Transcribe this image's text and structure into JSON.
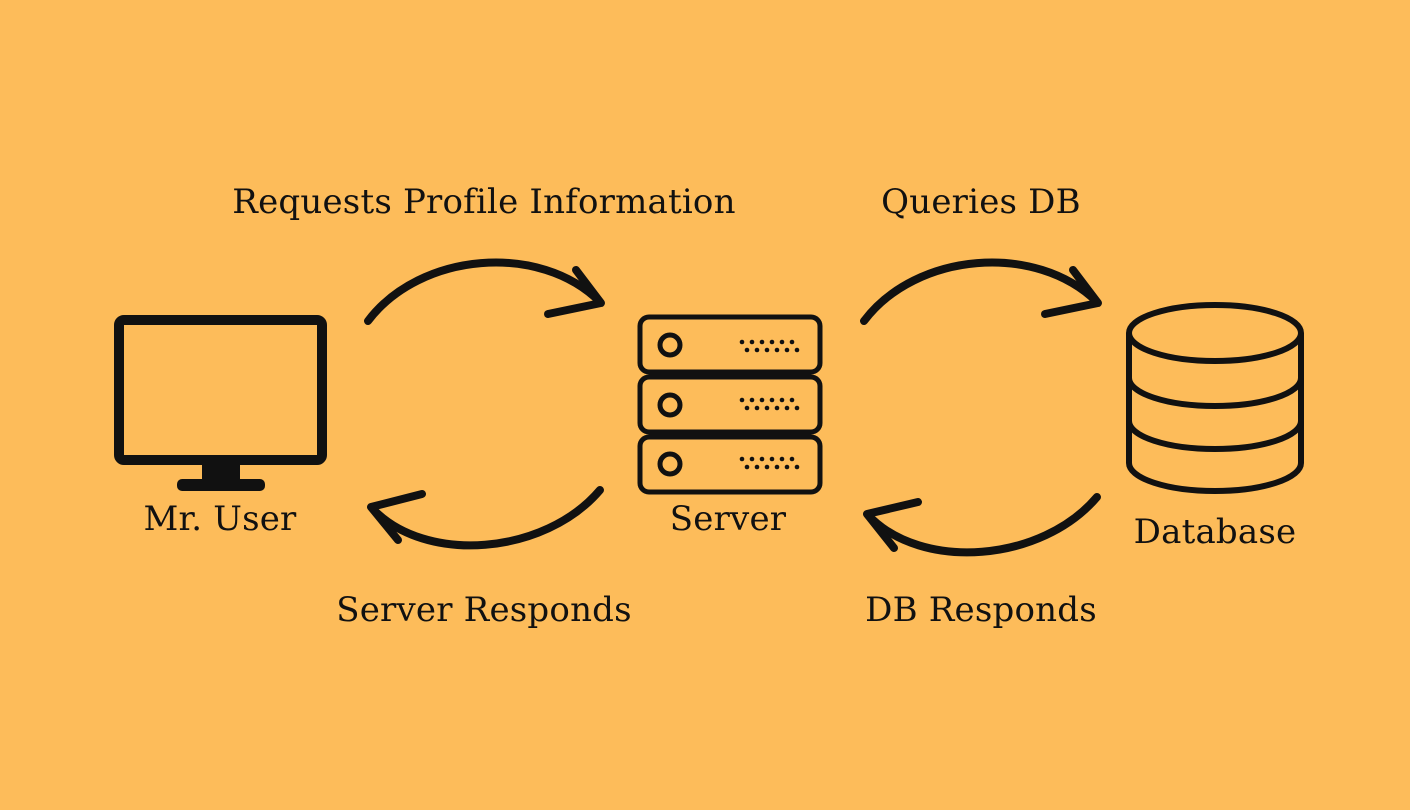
{
  "colors": {
    "background": "#FDBC5A",
    "ink": "#111111"
  },
  "nodes": {
    "user": {
      "label": "Mr. User",
      "icon": "monitor-icon"
    },
    "server": {
      "label": "Server",
      "icon": "server-rack-icon"
    },
    "database": {
      "label": "Database",
      "icon": "database-icon"
    }
  },
  "edges": {
    "user_to_server": "Requests Profile Information",
    "server_to_user": "Server Responds",
    "server_to_db": "Queries DB",
    "db_to_server": "DB Responds"
  }
}
